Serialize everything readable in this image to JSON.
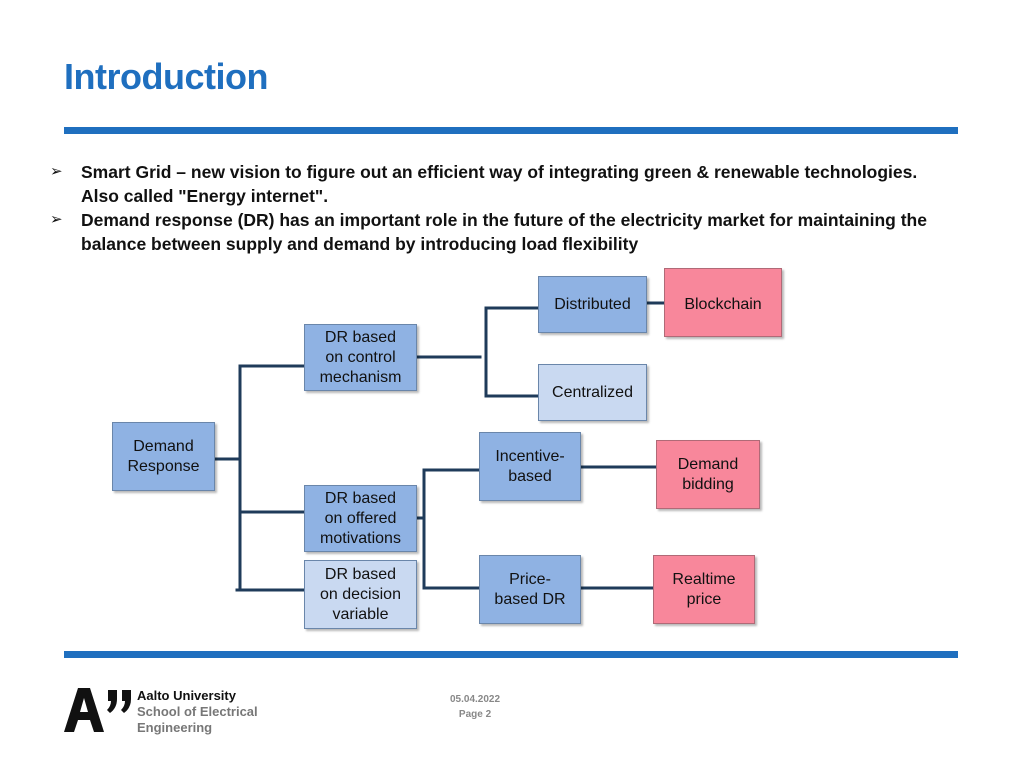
{
  "slide": {
    "title": "Introduction",
    "bullets": [
      "Smart Grid – new vision to figure out an efficient way of integrating green & renewable technologies. Also called \"Energy internet\".",
      "Demand response (DR) has an important role in the future of the electricity market for maintaining the balance between supply and demand by introducing load flexibility"
    ]
  },
  "diagram": {
    "nodes": {
      "demand_response": [
        "Demand",
        "Response"
      ],
      "control_mechanism": [
        "DR based",
        "on control",
        "mechanism"
      ],
      "offered_motivations": [
        "DR based",
        "on offered",
        "motivations"
      ],
      "decision_variable": [
        "DR based",
        "on decision",
        "variable"
      ],
      "distributed": [
        "Distributed"
      ],
      "centralized": [
        "Centralized"
      ],
      "blockchain": [
        "Blockchain"
      ],
      "incentive_based": [
        "Incentive-",
        "based"
      ],
      "price_based": [
        "Price-",
        "based DR"
      ],
      "demand_bidding": [
        "Demand",
        "bidding"
      ],
      "realtime_price": [
        "Realtime",
        "price"
      ]
    },
    "colors": {
      "blue": "#8fb2e3",
      "light_blue": "#c9d9f1",
      "pink": "#f8879b",
      "connector": "#1f3b5a"
    }
  },
  "footer": {
    "university": [
      "Aalto University",
      "School of Electrical",
      "Engineering"
    ],
    "date": "05.04.2022",
    "page": "Page 2"
  }
}
